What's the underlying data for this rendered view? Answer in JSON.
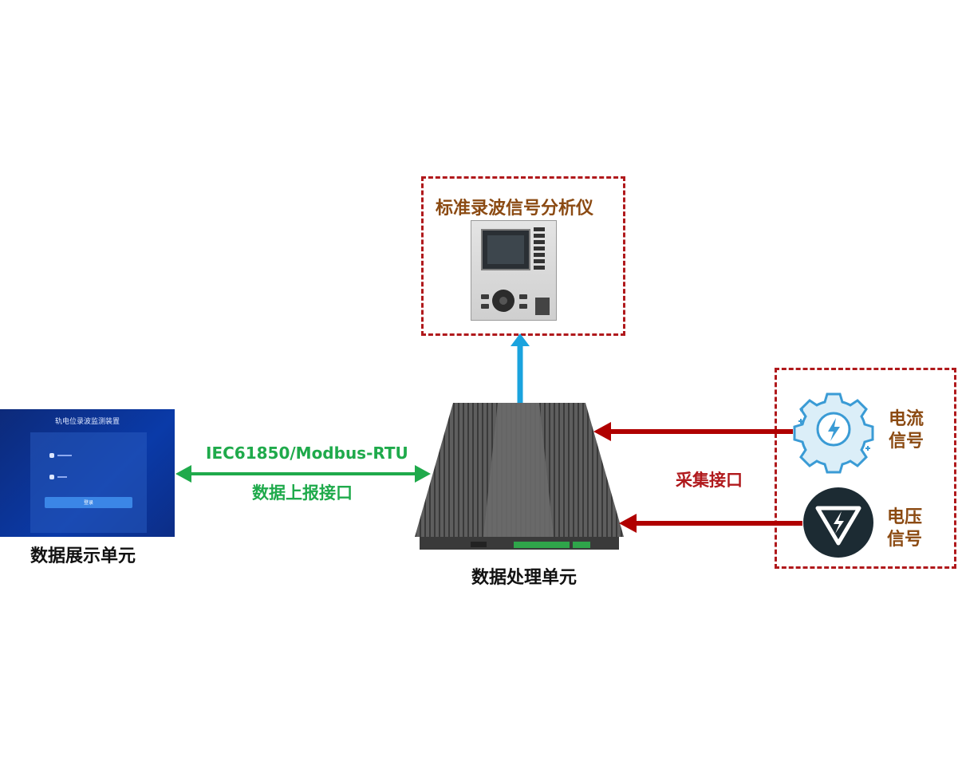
{
  "analyzer": {
    "title": "标准录波信号分析仪"
  },
  "display_unit": {
    "caption": "数据展示单元",
    "screen_title": "轨电位录波监测装置",
    "login_button": "登录"
  },
  "link_left": {
    "protocol": "IEC61850/Modbus-RTU",
    "caption": "数据上报接口"
  },
  "processing_unit": {
    "caption": "数据处理单元"
  },
  "collect_interface": {
    "caption": "采集接口"
  },
  "signals": [
    {
      "line1": "电流",
      "line2": "信号",
      "icon": "lightning-gear-icon"
    },
    {
      "line1": "电压",
      "line2": "信号",
      "icon": "lightning-triangle-icon"
    }
  ],
  "colors": {
    "dash_red": "#b0191c",
    "arrow_red": "#b00000",
    "arrow_green": "#1faa4b",
    "arrow_blue": "#1aa3de",
    "analyzer_title": "#8b4a12",
    "signal_text": "#8b4a12",
    "collect_text": "#b0191c",
    "green_text": "#1faa4b"
  }
}
